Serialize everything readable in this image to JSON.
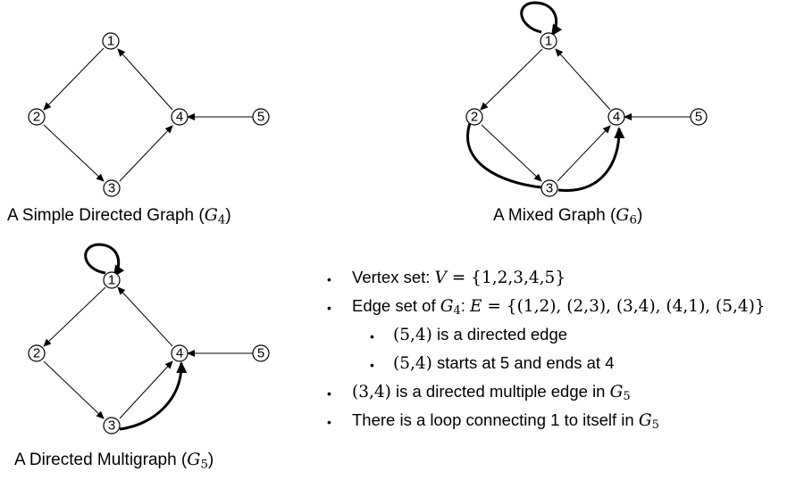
{
  "graphs": {
    "g4": {
      "caption_prefix": "A Simple Directed Graph (",
      "caption_var": "G",
      "caption_sub": "4",
      "caption_suffix": ")"
    },
    "g6": {
      "caption_prefix": "A Mixed Graph (",
      "caption_var": "G",
      "caption_sub": "6",
      "caption_suffix": ")"
    },
    "g5": {
      "caption_prefix": "A Directed Multigraph (",
      "caption_var": "G",
      "caption_sub": "5",
      "caption_suffix": ")"
    }
  },
  "node_labels": [
    "1",
    "2",
    "3",
    "4",
    "5"
  ],
  "bullets": {
    "vertex": {
      "prefix": "Vertex set: ",
      "var": "V",
      "rest": " = {1,2,3,4,5}"
    },
    "edge": {
      "prefix": "Edge set of ",
      "var": "G",
      "sub": "4",
      "colon": ": ",
      "var2": "E",
      "rest": " = {(1,2), (2,3), (3,4), (4,1), (5,4)}"
    },
    "sub1": {
      "math": "(5,4)",
      "rest": " is a directed edge"
    },
    "sub2": {
      "math": "(5,4)",
      "rest": " starts at 5 and ends at 4"
    },
    "multi": {
      "math": "(3,4)",
      "rest": " is a directed multiple edge in ",
      "var": "G",
      "sub": "5"
    },
    "loop": {
      "prefix": "There is a loop connecting 1 to itself in ",
      "var": "G",
      "sub": "5"
    }
  },
  "bullet_symbol": "•"
}
